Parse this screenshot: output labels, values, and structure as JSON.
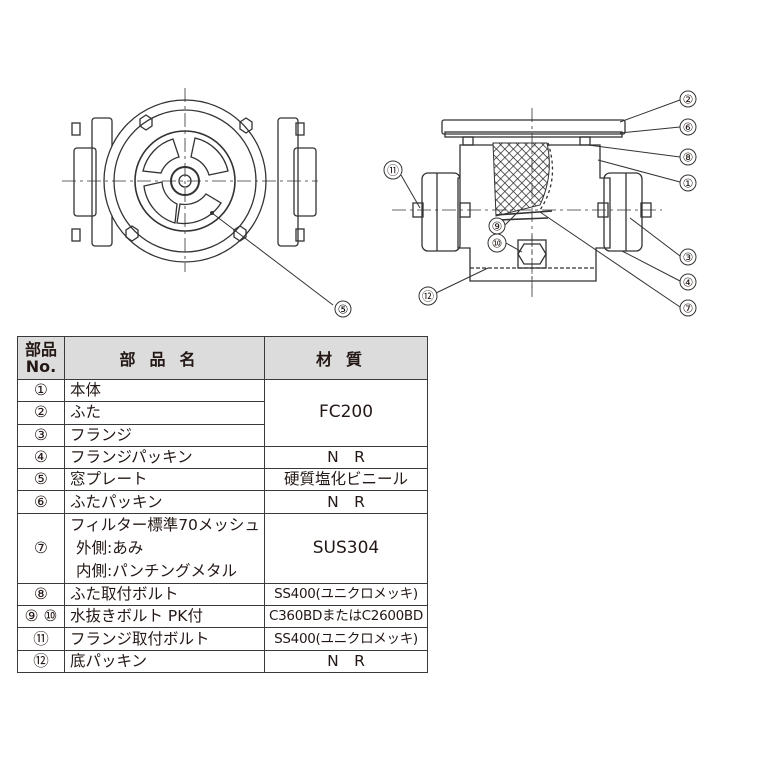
{
  "drawing": {
    "left_view_callouts": [
      "⑤"
    ],
    "right_view_callouts": [
      "②",
      "⑥",
      "⑧",
      "①",
      "⑪",
      "⑨",
      "⑩",
      "③",
      "④",
      "⑦",
      "⑫"
    ]
  },
  "table": {
    "header": {
      "no": "部品\nNo.",
      "no_line1": "部品",
      "no_line2": "No.",
      "name": "部品名",
      "material": "材質"
    },
    "rows": [
      {
        "no": "①",
        "name": "本体"
      },
      {
        "no": "②",
        "name": "ふた"
      },
      {
        "no": "③",
        "name": "フランジ"
      },
      {
        "no": "④",
        "name": "フランジパッキン",
        "material": "N　R"
      },
      {
        "no": "⑤",
        "name": "窓プレート",
        "material": "硬質塩化ビニール"
      },
      {
        "no": "⑥",
        "name": "ふたパッキン",
        "material": "N　R"
      },
      {
        "no": "⑦",
        "name_lines": [
          "フィルター標準70メッシュ",
          "外側:あみ",
          "内側:パンチングメタル"
        ],
        "material": "SUS304"
      },
      {
        "no": "⑧",
        "name": "ふた取付ボルト",
        "material": "SS400(ユニクロメッキ)"
      },
      {
        "no": "⑨ ⑩",
        "name": "水抜きボルト PK付",
        "material": "C360BDまたはC2600BD"
      },
      {
        "no": "⑪",
        "name": "フランジ取付ボルト",
        "material": "SS400(ユニクロメッキ)"
      },
      {
        "no": "⑫",
        "name": "底パッキン",
        "material": "N　R"
      }
    ],
    "group_material": "FC200"
  }
}
